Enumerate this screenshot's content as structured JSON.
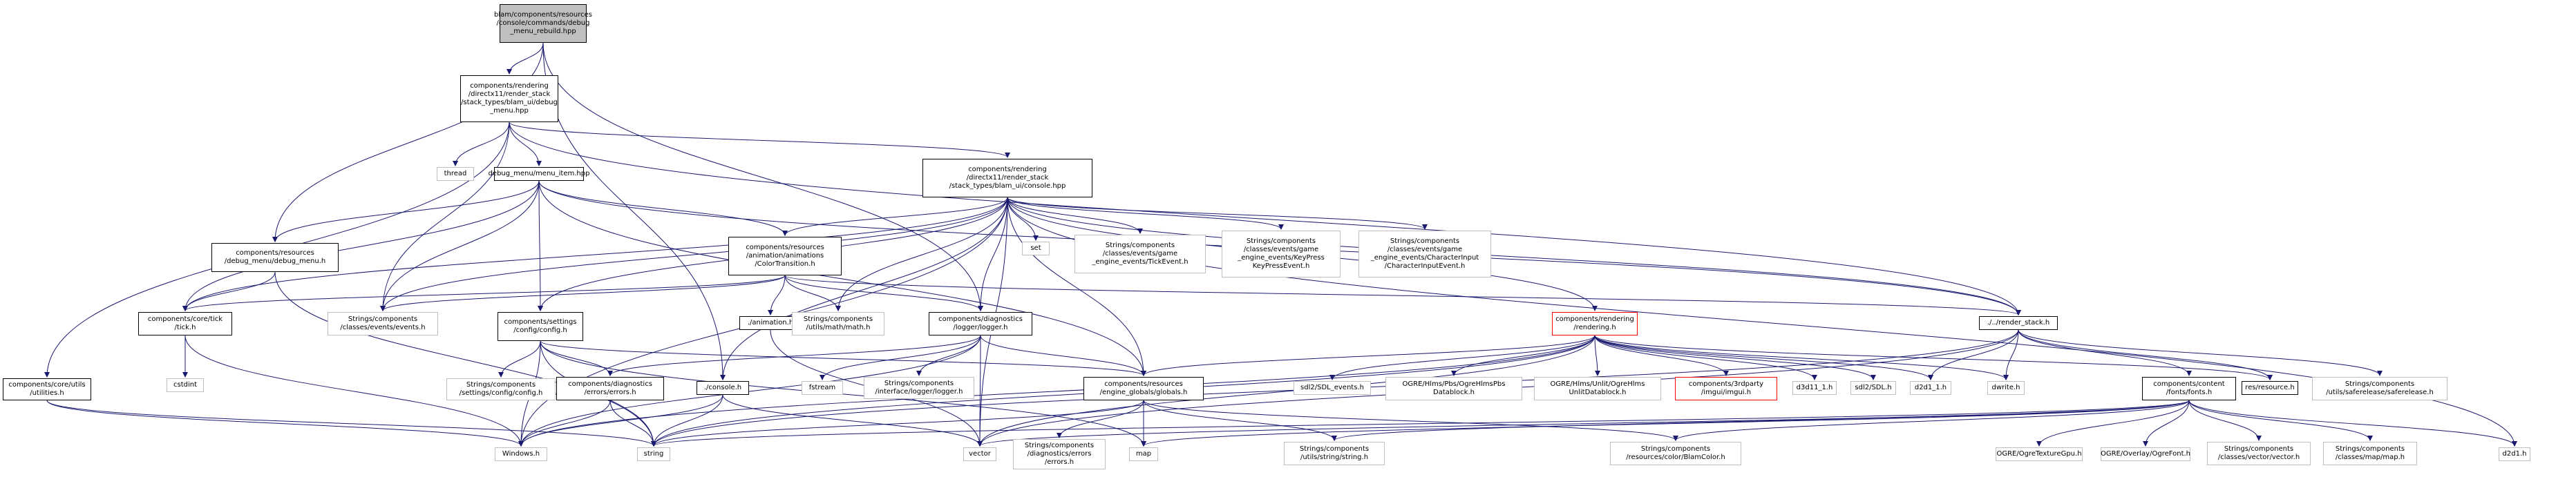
{
  "graph": {
    "nodes": {
      "root": "blam/components/resources\n/console/commands/debug\n_menu_rebuild.hpp",
      "debug_menu_hpp": "components/rendering\n/directx11/render_stack\n/stack_types/blam_ui/debug\n_menu.hpp",
      "thread": "thread",
      "menu_item": "debug_menu/menu_item.hpp",
      "console_hpp": "components/rendering\n/directx11/render_stack\n/stack_types/blam_ui/console.hpp",
      "res_debug_menu": "components/resources\n/debug_menu/debug_menu.h",
      "utilities": "components/core/utils\n/utilities.h",
      "tick": "components/core/tick\n/tick.h",
      "cstdint": "cstdint",
      "color_transition": "components/resources\n/animation/animations\n/ColorTransition.h",
      "events_h": "Strings/components\n/classes/events/events.h",
      "config_h": "components/settings\n/config/config.h",
      "config_config": "Strings/components\n/settings/config/config.h",
      "animation_h": "./animation.h",
      "math_h": "Strings/components\n/utils/math/math.h",
      "logger_h": "components/diagnostics\n/logger/logger.h",
      "fstream": "fstream",
      "ilogger": "Strings/components\n/interface/logger/logger.h",
      "errors_h": "components/diagnostics\n/errors/errors.h",
      "console_h": "./console.h",
      "globals_h": "components/resources\n/engine_globals/globals.h",
      "set": "set",
      "tick_event": "Strings/components\n/classes/events/game\n_engine_events/TickEvent.h",
      "keypress_event": "Strings/components\n/classes/events/game\n_engine_events/KeyPress\nKeyPressEvent.h",
      "charinput_event": "Strings/components\n/classes/events/game\n_engine_events/CharacterInput\n/CharacterInputEvent.h",
      "rendering_h": "components/rendering\n/rendering.h",
      "sdl_events": "sdl2/SDL_events.h",
      "ogre_pbs": "OGRE/Hlms/Pbs/OgreHlmsPbs\nDatablock.h",
      "ogre_unlit": "OGRE/Hlms/Unlit/OgreHlms\nUnlitDatablock.h",
      "imgui": "components/3rdparty\n/imgui/imgui.h",
      "d3d11": "d3d11_1.h",
      "sdl": "sdl2/SDL.h",
      "d2d1_1": "d2d1_1.h",
      "dwrite": "dwrite.h",
      "render_stack": "./../render_stack.h",
      "resource_h": "res/resource.h",
      "safe_release": "Strings/components\n/utils/saferelease/saferelease.h",
      "fonts_h": "components/content\n/fonts/fonts.h",
      "d2d1": "d2d1.h",
      "windows": "Windows.h",
      "string": "string",
      "vector": "vector",
      "diag_errors": "Strings/components\n/diagnostics/errors\n/errors.h",
      "map": "map",
      "string_h": "Strings/components\n/utils/string/string.h",
      "blam_color": "Strings/components\n/resources/color/BlamColor.h",
      "ogre_texgpu": "OGRE/OgreTextureGpu.h",
      "ogre_font": "OGRE/Overlay/OgreFont.h",
      "vector_h": "Strings/components\n/classes/vector/vector.h",
      "map_h": "Strings/components\n/classes/map/map.h"
    },
    "colors": {
      "edge": "#191970",
      "border": "#000000",
      "ghost": "#bfbfbf",
      "missing": "#ff0000",
      "root_fill": "#bfbfbf"
    }
  }
}
